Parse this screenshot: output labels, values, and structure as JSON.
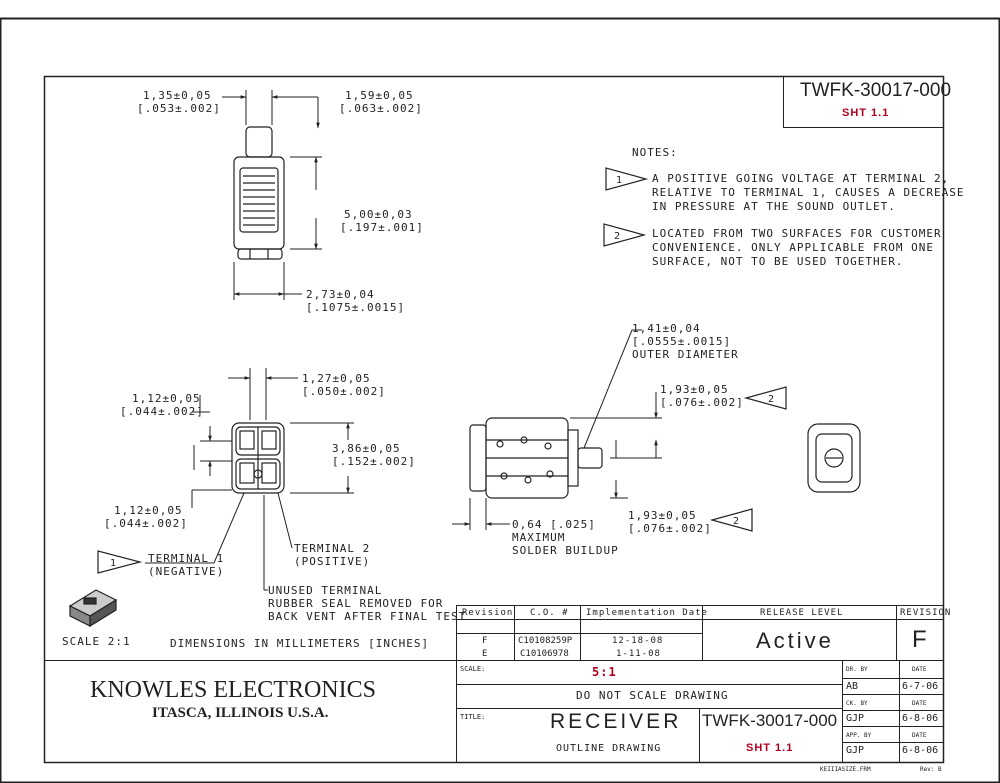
{
  "title_block": {
    "part_number": "TWFK-30017-000",
    "sheet": "SHT 1.1",
    "company": "KNOWLES ELECTRONICS",
    "location": "ITASCA, ILLINOIS U.S.A.",
    "scale_label": "SCALE:",
    "scale_value": "5:1",
    "do_not_scale": "DO NOT SCALE DRAWING",
    "title_label": "TITLE:",
    "title": "RECEIVER",
    "subtitle": "OUTLINE DRAWING",
    "part_number_2": "TWFK-30017-000",
    "sheet_2": "SHT 1.1",
    "release_level_header": "RELEASE LEVEL",
    "release_level": "Active",
    "revision_header": "REVISION",
    "revision": "F",
    "signoffs": [
      {
        "label": "DR. BY",
        "name": "AB",
        "date_label": "DATE",
        "date": "6-7-06"
      },
      {
        "label": "CK. BY",
        "name": "GJP",
        "date_label": "DATE",
        "date": "6-8-06"
      },
      {
        "label": "APP. BY",
        "name": "GJP",
        "date_label": "DATE",
        "date": "6-8-06"
      }
    ],
    "footer_file": "KEIIIASIZE.FRM",
    "footer_rev": "Rev: B"
  },
  "revision_table": {
    "headers": [
      "Revision",
      "C.O. #",
      "Implementation Date"
    ],
    "rows": [
      [
        "F",
        "C10108259P",
        "12-18-08"
      ],
      [
        "E",
        "C10106978",
        "1-11-08"
      ]
    ]
  },
  "notes": {
    "heading": "NOTES:",
    "items": [
      {
        "num": "1",
        "lines": [
          "A POSITIVE GOING VOLTAGE AT TERMINAL 2,",
          "RELATIVE TO TERMINAL 1, CAUSES A DECREASE",
          "IN PRESSURE AT THE SOUND OUTLET."
        ]
      },
      {
        "num": "2",
        "lines": [
          "LOCATED FROM TWO SURFACES FOR CUSTOMER",
          "CONVENIENCE. ONLY APPLICABLE FROM ONE",
          "SURFACE, NOT TO BE USED TOGETHER."
        ]
      }
    ]
  },
  "dimensions": {
    "d1": [
      "1,35±0,05",
      "[.053±.002]"
    ],
    "d2": [
      "1,59±0,05",
      "[.063±.002]"
    ],
    "d3": [
      "5,00±0,03",
      "[.197±.001]"
    ],
    "d4": [
      "2,73±0,04",
      "[.1075±.0015]"
    ],
    "d5": [
      "1,27±0,05",
      "[.050±.002]"
    ],
    "d6": [
      "1,12±0,05",
      "[.044±.002]"
    ],
    "d7": [
      "3,86±0,05",
      "[.152±.002]"
    ],
    "d8": [
      "1,12±0,05",
      "[.044±.002]"
    ],
    "d9": [
      "1,41±0,04",
      "[.0555±.0015]",
      "OUTER DIAMETER"
    ],
    "d10": [
      "1,93±0,05",
      "[.076±.002]"
    ],
    "d11": [
      "1,93±0,05",
      "[.076±.002]"
    ],
    "d12": [
      "0,64 [.025]",
      "MAXIMUM",
      "SOLDER BUILDUP"
    ]
  },
  "labels": {
    "terminal1": [
      "TERMINAL 1",
      "(NEGATIVE)"
    ],
    "terminal2": [
      "TERMINAL 2",
      "(POSITIVE)"
    ],
    "unused": [
      "UNUSED TERMINAL",
      "RUBBER SEAL REMOVED FOR",
      "BACK VENT AFTER FINAL TEST"
    ],
    "scale": "SCALE  2:1",
    "units": "DIMENSIONS IN MILLIMETERS [INCHES]"
  }
}
